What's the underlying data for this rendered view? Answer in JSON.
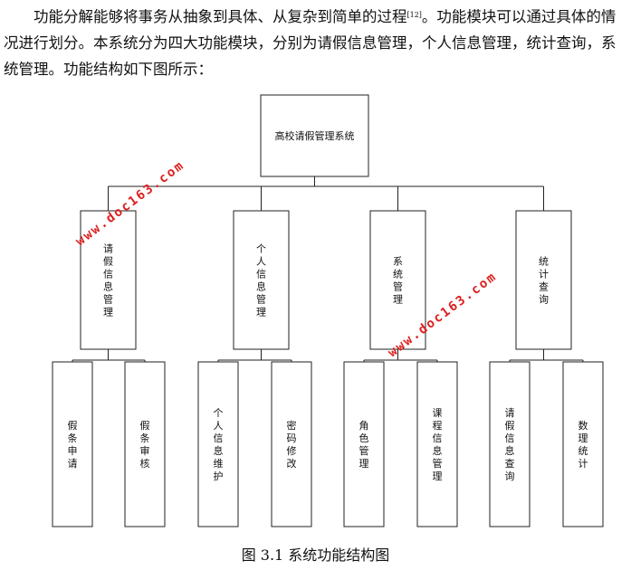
{
  "paragraph": {
    "part1": "功能分解能够将事务从抽象到具体、从复杂到简单的过程",
    "ref": "[12]",
    "part2": "。功能模块可以通过具体的情况进行划分。本系统分为四大功能模块，分别为请假信息管理，个人信息管理，统计查询，系统管理。功能结构如下图所示："
  },
  "diagram": {
    "root": "高校请假管理系统",
    "modules": [
      {
        "label": "请假信息管理",
        "children": [
          "假条申请",
          "假条审核"
        ]
      },
      {
        "label": "个人信息管理",
        "children": [
          "个人信息维护",
          "密码修改"
        ]
      },
      {
        "label": "系统管理",
        "children": [
          "角色管理",
          "课程信息管理"
        ]
      },
      {
        "label": "统计查询",
        "children": [
          "请假信息查询",
          "数理统计"
        ]
      }
    ]
  },
  "watermark": "www.doc163.com",
  "caption": "图 3.1  系统功能结构图"
}
